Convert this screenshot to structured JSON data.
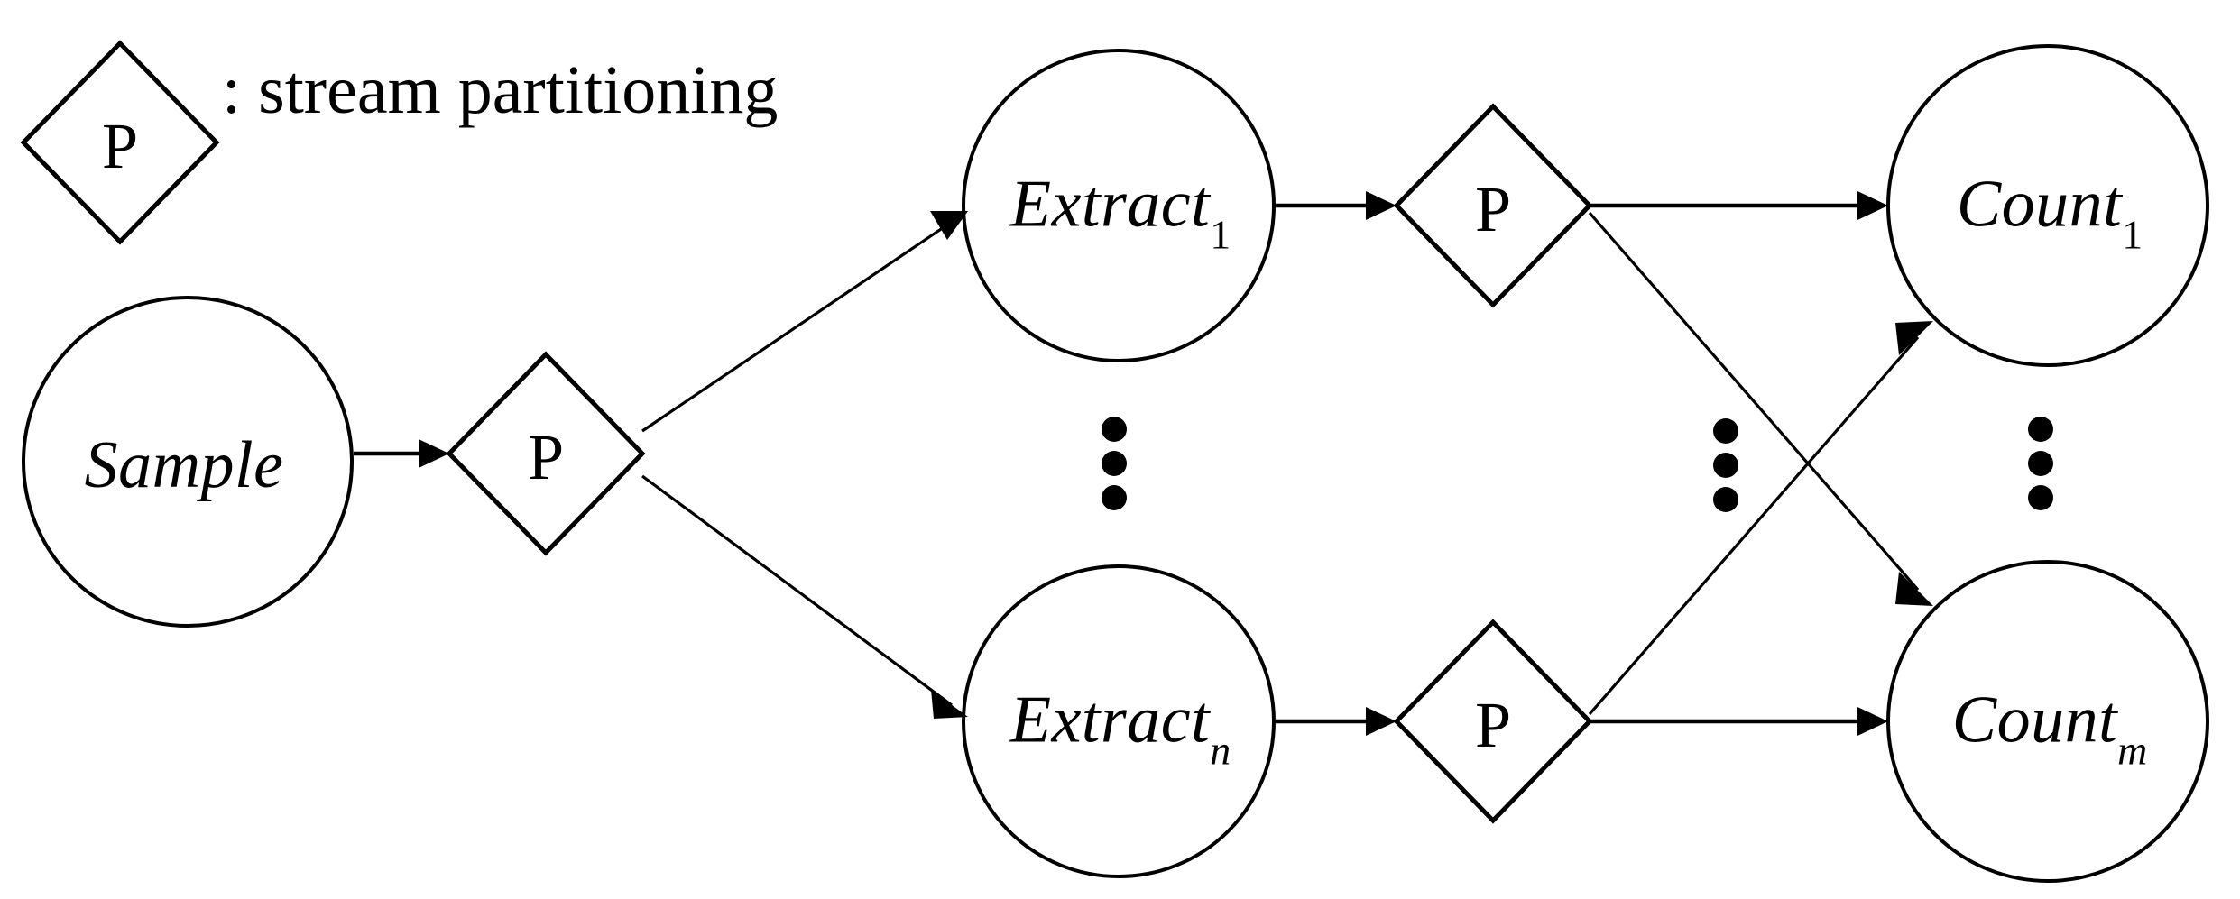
{
  "figure": {
    "type": "dataflow-diagram",
    "background_color": "#ffffff",
    "stroke_color": "#000000"
  },
  "legend": {
    "symbol_label": "P",
    "description": ": stream partitioning"
  },
  "nodes": {
    "source": {
      "label": "Sample",
      "shape": "circle"
    },
    "extract_first": {
      "base": "Extract",
      "subscript": "1",
      "shape": "circle"
    },
    "extract_last": {
      "base": "Extract",
      "subscript": "n",
      "shape": "circle"
    },
    "count_first": {
      "base": "Count",
      "subscript": "1",
      "shape": "circle"
    },
    "count_last": {
      "base": "Count",
      "subscript": "m",
      "shape": "circle"
    },
    "partition_source": {
      "label": "P",
      "shape": "diamond"
    },
    "partition_extract_first": {
      "label": "P",
      "shape": "diamond"
    },
    "partition_extract_last": {
      "label": "P",
      "shape": "diamond"
    }
  },
  "ellipsis": {
    "extract_column": "⋮",
    "partition_column": "⋮",
    "count_column": "⋮"
  },
  "edges": [
    {
      "from": "source",
      "to": "partition_source"
    },
    {
      "from": "partition_source",
      "to": "extract_first"
    },
    {
      "from": "partition_source",
      "to": "extract_last"
    },
    {
      "from": "extract_first",
      "to": "partition_extract_first"
    },
    {
      "from": "extract_last",
      "to": "partition_extract_last"
    },
    {
      "from": "partition_extract_first",
      "to": "count_first"
    },
    {
      "from": "partition_extract_first",
      "to": "count_last"
    },
    {
      "from": "partition_extract_last",
      "to": "count_first"
    },
    {
      "from": "partition_extract_last",
      "to": "count_last"
    }
  ]
}
